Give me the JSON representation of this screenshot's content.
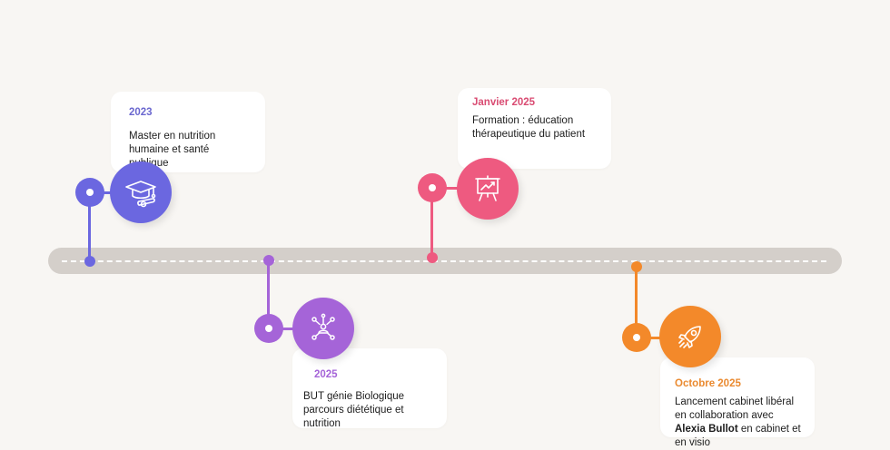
{
  "colors": {
    "track": "#d4cfca",
    "event_2023": "#6b67e0",
    "event_2025": "#a564d8",
    "event_janvier_2025": "#ee5a80",
    "event_octobre_2025": "#f3892a",
    "date_2023": "#6a67cf",
    "date_2025": "#a564d8",
    "date_janvier_2025": "#d94b72",
    "date_octobre_2025": "#ea8a30"
  },
  "events": [
    {
      "date": "2023",
      "description": "Master en nutrition humaine et santé publique",
      "icon": "graduation-cap-diploma-icon",
      "position": "above"
    },
    {
      "date": "2025",
      "description": "BUT génie Biologique parcours diététique et nutrition",
      "icon": "network-user-icon",
      "position": "below"
    },
    {
      "date": "Janvier 2025",
      "description": "Formation : éducation thérapeutique du patient",
      "icon": "presentation-board-icon",
      "position": "above"
    },
    {
      "date": "Octobre 2025",
      "description_start": "Lancement cabinet libéral en collaboration avec ",
      "description_bold": "Alexia Bullot",
      "description_end": " en cabinet et en visio",
      "icon": "rocket-icon",
      "position": "below"
    }
  ]
}
